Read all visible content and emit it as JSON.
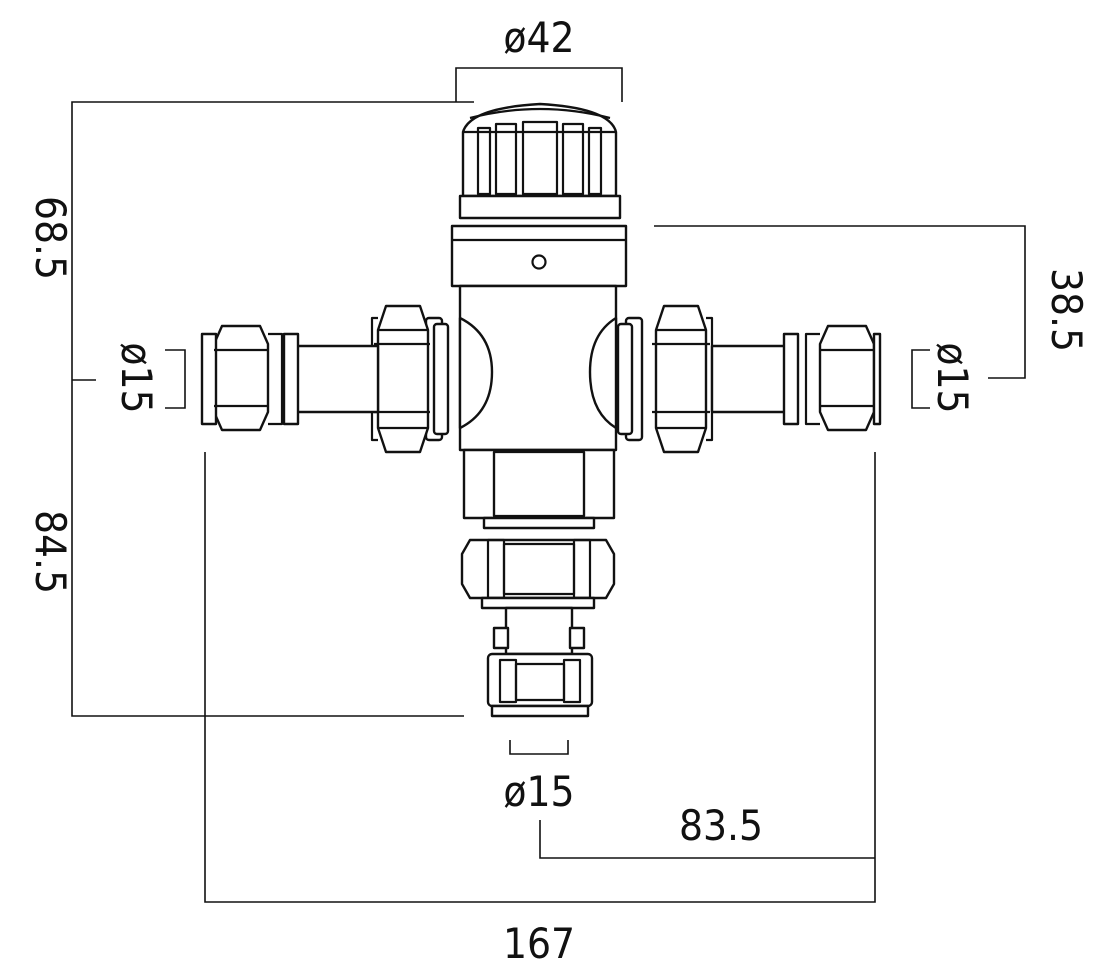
{
  "dimensions": {
    "top_diameter": "ø42",
    "height_upper": "68.5",
    "height_lower": "84.5",
    "offset_right": "38.5",
    "left_inlet": "ø15",
    "right_inlet": "ø15",
    "bottom_outlet": "ø15",
    "half_width": "83.5",
    "total_width": "167"
  }
}
